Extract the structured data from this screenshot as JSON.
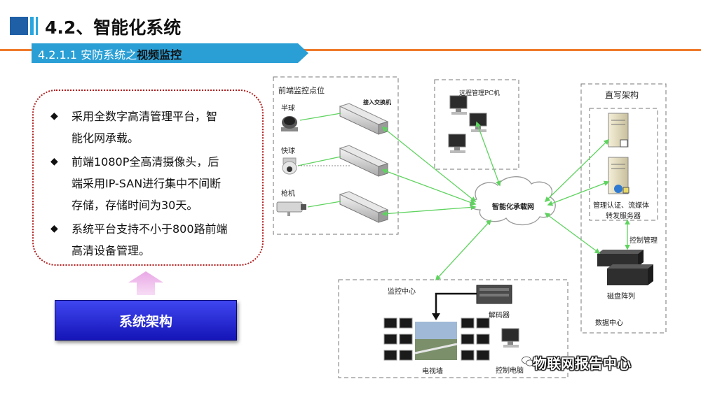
{
  "header": {
    "title": "4.2、智能化系统",
    "subtitle_plain": "4.2.1.1 安防系统之",
    "subtitle_bold": "视频监控"
  },
  "bullets": [
    "采用全数字高清管理平台，智能化网承载。",
    "前端1080P全高清摄像头，后端采用IP-SAN进行集中不间断存储，存储时间为30天。",
    "系统平台支持不小于800路前端高清设备管理。"
  ],
  "bullet_lines": [
    [
      "采用全数字高清管理平台，智",
      "能化网承载。"
    ],
    [
      "前端1080P全高清摄像头，后",
      "端采用IP-SAN进行集中不间断",
      "存储，存储时间为30天。"
    ],
    [
      "系统平台支持不小于800路前端",
      "高清设备管理。"
    ]
  ],
  "architecture_button": "系统架构",
  "diagram": {
    "frontend_title": "前端监控点位",
    "cam_dome": "半球",
    "cam_speed": "快球",
    "cam_gun": "枪机",
    "switch": "接入交换机",
    "remote_pc": "远程管理PC机",
    "network": "智能化承载网",
    "direct_write": "直写架构",
    "auth_server": "管理认证、流媒体",
    "auth_server2": "转发服务器",
    "control_mgmt": "控制管理",
    "disk_array": "磁盘阵列",
    "data_center": "数据中心",
    "monitor_center": "监控中心",
    "decoder": "解码器",
    "tv_wall": "电视墙",
    "control_pc": "控制电脑"
  },
  "watermark": "物联网报告中心",
  "colors": {
    "accent_blue": "#2a9fd6",
    "orange_line": "#ef7b2c",
    "link_green": "#5fd35f",
    "button_blue": "#2a2fd8",
    "dotted_red": "#b01e1e"
  }
}
